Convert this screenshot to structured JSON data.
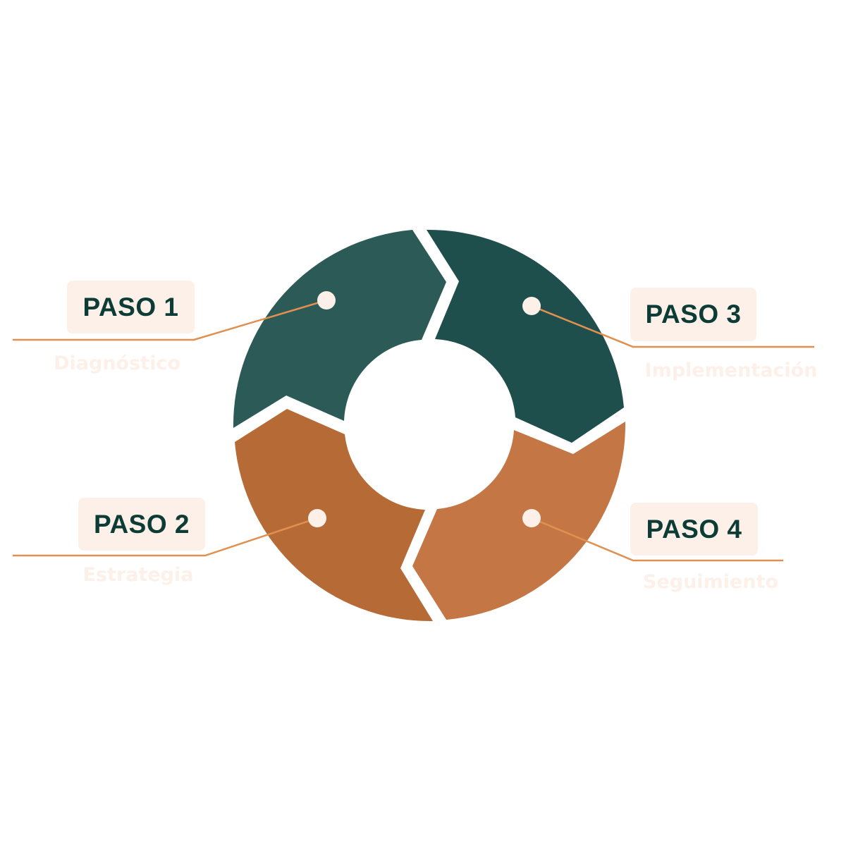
{
  "colors": {
    "step1": "#2c5b57",
    "step2": "#b66b37",
    "step3": "#1f4f4d",
    "step4": "#c47744",
    "label_bg": "#fdf0e8",
    "connector": "#e0904f",
    "label_text": "#0d3b36"
  },
  "steps": [
    {
      "label": "PASO 1",
      "subtitle": "Diagnóstico"
    },
    {
      "label": "PASO 2",
      "subtitle": "Estrategia"
    },
    {
      "label": "PASO 3",
      "subtitle": "Implementación"
    },
    {
      "label": "PASO 4",
      "subtitle": "Seguimiento"
    }
  ]
}
